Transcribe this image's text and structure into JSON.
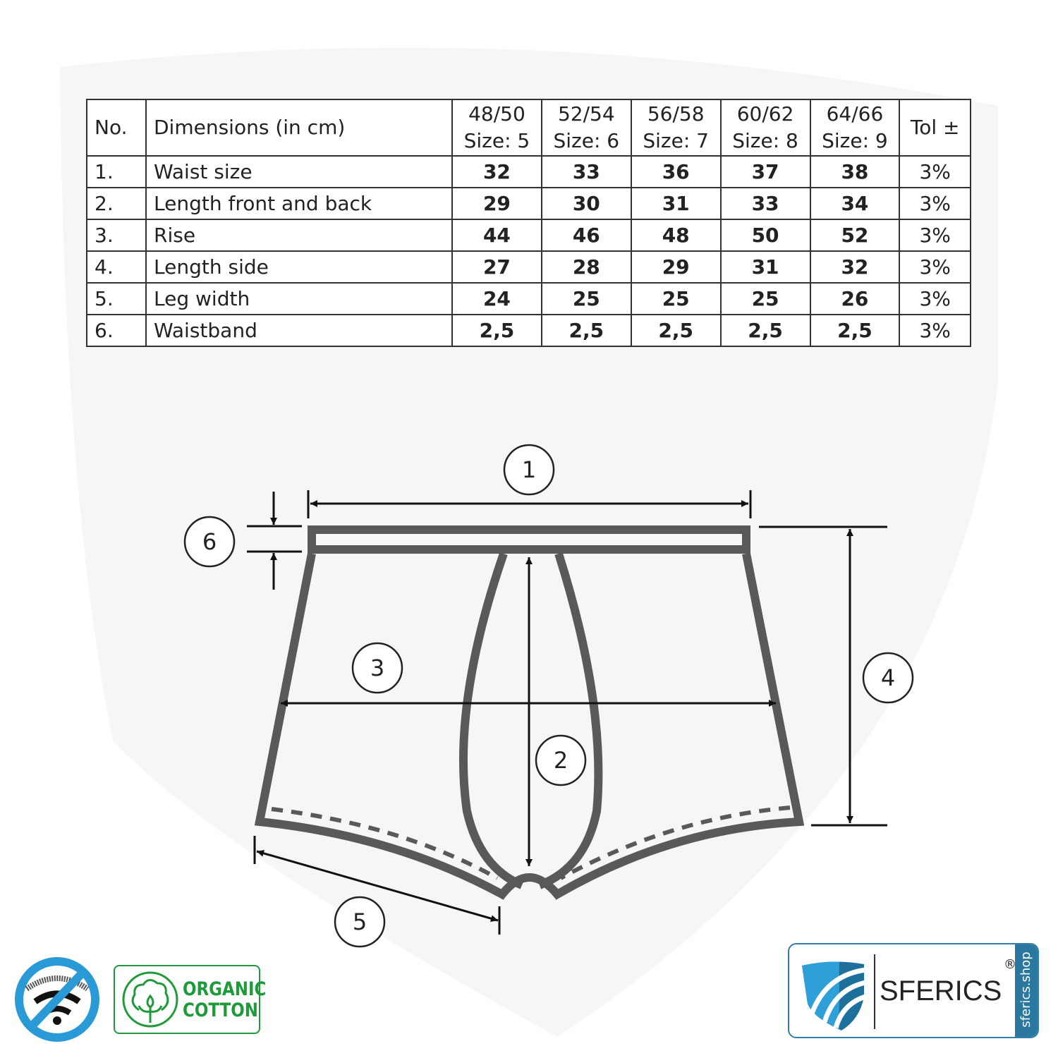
{
  "table": {
    "headers": {
      "no": "No.",
      "dimensions": "Dimensions (in cm)",
      "sizes": [
        {
          "eu": "48/50",
          "size": "Size: 5"
        },
        {
          "eu": "52/54",
          "size": "Size: 6"
        },
        {
          "eu": "56/58",
          "size": "Size: 7"
        },
        {
          "eu": "60/62",
          "size": "Size: 8"
        },
        {
          "eu": "64/66",
          "size": "Size: 9"
        }
      ],
      "tol": "Tol ±"
    },
    "rows": [
      {
        "no": "1.",
        "label": "Waist size",
        "values": [
          "32",
          "33",
          "36",
          "37",
          "38"
        ],
        "tol": "3%"
      },
      {
        "no": "2.",
        "label": "Length front and back",
        "values": [
          "29",
          "30",
          "31",
          "33",
          "34"
        ],
        "tol": "3%"
      },
      {
        "no": "3.",
        "label": "Rise",
        "values": [
          "44",
          "46",
          "48",
          "50",
          "52"
        ],
        "tol": "3%"
      },
      {
        "no": "4.",
        "label": "Length side",
        "values": [
          "27",
          "28",
          "29",
          "31",
          "32"
        ],
        "tol": "3%"
      },
      {
        "no": "5.",
        "label": "Leg width",
        "values": [
          "24",
          "25",
          "25",
          "25",
          "26"
        ],
        "tol": "3%"
      },
      {
        "no": "6.",
        "label": "Waistband",
        "values": [
          "2,5",
          "2,5",
          "2,5",
          "2,5",
          "2,5"
        ],
        "tol": "3%"
      }
    ]
  },
  "diagram": {
    "markers": [
      "1",
      "2",
      "3",
      "4",
      "5",
      "6"
    ]
  },
  "badges": {
    "organic_line1": "ORGANIC",
    "organic_line2": "COTTON",
    "brand": "SFERICS",
    "registered": "®",
    "shop": "sferics.shop"
  },
  "colors": {
    "outline": "#595959",
    "brand_blue": "#2a78a0",
    "organic_green": "#1e9a3a",
    "nowifi_blue": "#2a9ad6"
  }
}
